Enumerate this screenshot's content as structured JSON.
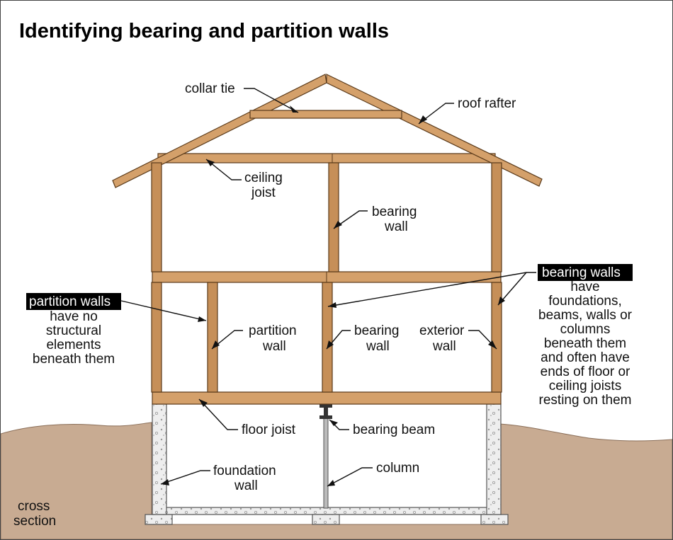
{
  "title": "Identifying bearing and partition walls",
  "labels": {
    "collar_tie": "collar tie",
    "roof_rafter": "roof rafter",
    "ceiling_joist_1": "ceiling",
    "ceiling_joist_2": "joist",
    "bearing_wall_upper_1": "bearing",
    "bearing_wall_upper_2": "wall",
    "partition_wall_1": "partition",
    "partition_wall_2": "wall",
    "bearing_wall_lower_1": "bearing",
    "bearing_wall_lower_2": "wall",
    "exterior_wall_1": "exterior",
    "exterior_wall_2": "wall",
    "floor_joist": "floor joist",
    "bearing_beam": "bearing beam",
    "foundation_wall_1": "foundation",
    "foundation_wall_2": "wall",
    "column": "column",
    "cross_section_1": "cross",
    "cross_section_2": "section"
  },
  "partition_note": {
    "heading": "partition walls",
    "lines": [
      "have no",
      "structural",
      "elements",
      "beneath them"
    ]
  },
  "bearing_note": {
    "heading": "bearing walls",
    "lines": [
      "have",
      "foundations,",
      "beams, walls or",
      "columns",
      "beneath them",
      "and often have",
      "ends of floor or",
      "ceiling joists",
      "resting on them"
    ]
  },
  "colors": {
    "wood": "#d4a06a",
    "ground": "#c8ab92",
    "concrete": "#eeeeee",
    "highlight_bg": "#000000"
  }
}
